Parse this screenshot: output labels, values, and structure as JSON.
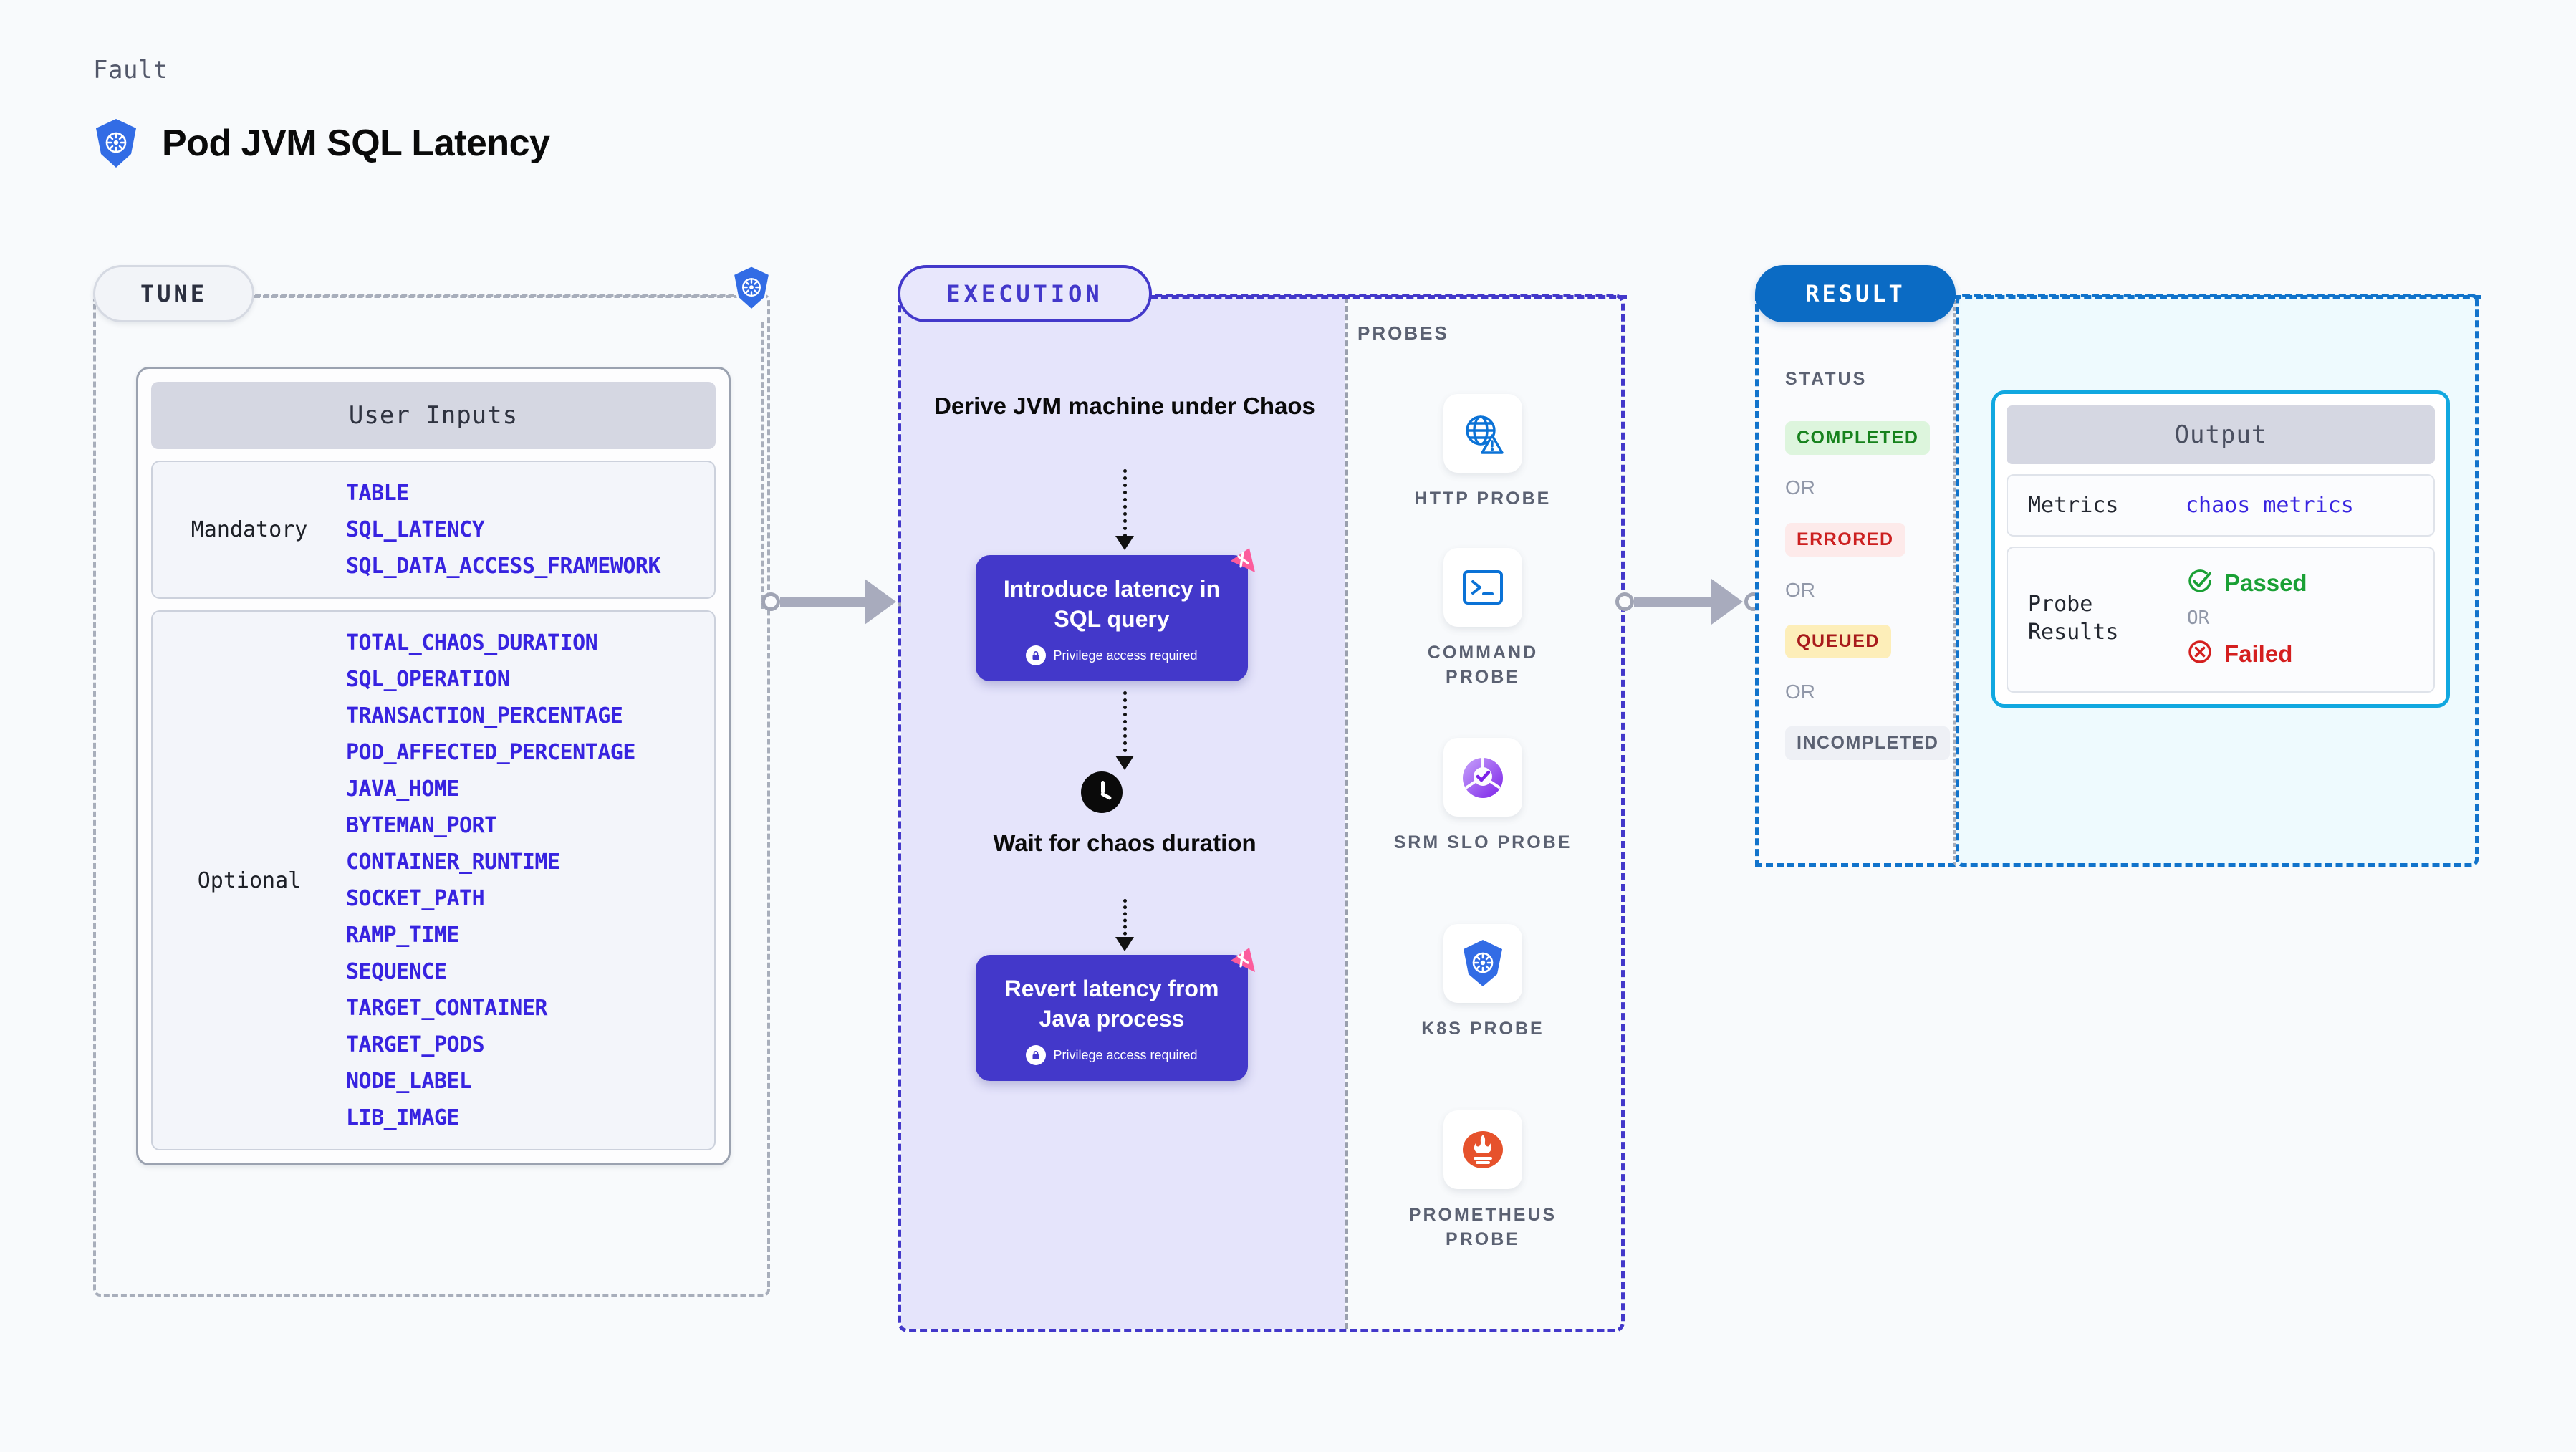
{
  "header": {
    "eyebrow": "Fault",
    "title": "Pod JVM SQL Latency",
    "icon": "kubernetes-icon"
  },
  "tune": {
    "pill_label": "TUNE",
    "badge_icon": "kubernetes-icon",
    "card_title": "User Inputs",
    "groups": [
      {
        "label": "Mandatory",
        "params": [
          "TABLE",
          "SQL_LATENCY",
          "SQL_DATA_ACCESS_FRAMEWORK"
        ]
      },
      {
        "label": "Optional",
        "params": [
          "TOTAL_CHAOS_DURATION",
          "SQL_OPERATION",
          "TRANSACTION_PERCENTAGE",
          "POD_AFFECTED_PERCENTAGE",
          "JAVA_HOME",
          "BYTEMAN_PORT",
          "CONTAINER_RUNTIME",
          "SOCKET_PATH",
          "RAMP_TIME",
          "SEQUENCE",
          "TARGET_CONTAINER",
          "TARGET_PODS",
          "NODE_LABEL",
          "LIB_IMAGE"
        ]
      }
    ]
  },
  "execution": {
    "pill_label": "EXECUTION",
    "derive_step": "Derive JVM machine under Chaos",
    "step_1": {
      "title": "Introduce latency in SQL query",
      "privilege_note": "Privilege access required",
      "badge_icon": "harness-flag-icon",
      "lock_icon": "lock-icon"
    },
    "wait_step": {
      "icon": "clock-icon",
      "title": "Wait for chaos duration"
    },
    "step_2": {
      "title": "Revert latency from Java process",
      "privilege_note": "Privilege access required",
      "badge_icon": "harness-flag-icon",
      "lock_icon": "lock-icon"
    }
  },
  "probes": {
    "label": "PROBES",
    "items": [
      {
        "label": "HTTP PROBE",
        "icon": "globe-warning-icon"
      },
      {
        "label": "COMMAND PROBE",
        "icon": "terminal-icon"
      },
      {
        "label": "SRM SLO PROBE",
        "icon": "srm-slo-icon"
      },
      {
        "label": "K8S PROBE",
        "icon": "kubernetes-icon"
      },
      {
        "label": "PROMETHEUS PROBE",
        "icon": "prometheus-icon"
      }
    ]
  },
  "result": {
    "pill_label": "RESULT",
    "status_label": "STATUS",
    "or_label": "OR",
    "statuses": [
      {
        "text": "COMPLETED",
        "bg": "#ddf5dd",
        "fg": "#17821d"
      },
      {
        "text": "ERRORED",
        "bg": "#fdeaea",
        "fg": "#cc2020"
      },
      {
        "text": "QUEUED",
        "bg": "#fdeeb9",
        "fg": "#a81b1b"
      },
      {
        "text": "INCOMPLETED",
        "bg": "#eef0f5",
        "fg": "#5b6172"
      }
    ],
    "output": {
      "title": "Output",
      "metrics_key": "Metrics",
      "metrics_value": "chaos metrics",
      "probe_results_key": "Probe Results",
      "passed": "Passed",
      "or_label": "OR",
      "failed": "Failed",
      "passed_icon": "check-circle-icon",
      "failed_icon": "x-circle-icon"
    }
  },
  "colors": {
    "accent_purple": "#4338ca",
    "accent_blue": "#1173cb",
    "param_blue": "#3723e0",
    "pink_badge": "#fc5c9c",
    "k8s_blue": "#326ce5"
  }
}
